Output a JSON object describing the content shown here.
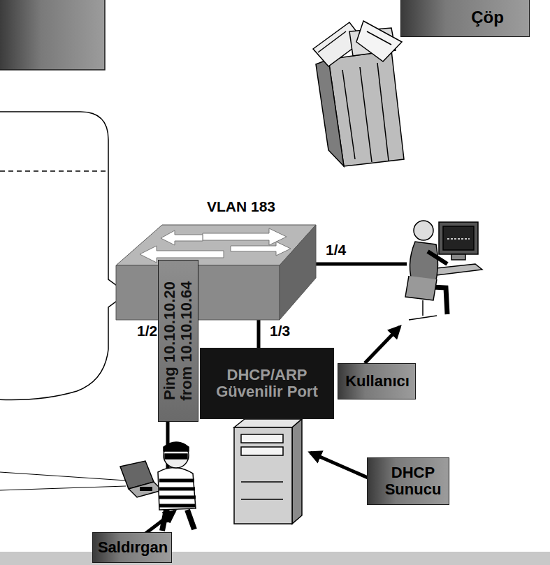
{
  "diagram": {
    "nodes": [
      {
        "text": [
          "Çöp"
        ]
      },
      {
        "text": [
          "Ping 10.10.10.20 from 10.10.10.64"
        ]
      },
      {
        "text": [
          "DHCP/ARP Güvenilir Port"
        ]
      },
      {
        "text": [
          "Kullanıcı"
        ]
      },
      {
        "text": [
          "DHCP Sunucu"
        ]
      },
      {
        "text": [
          "Saldırgan"
        ]
      }
    ],
    "labels": [
      "VLAN 183",
      "1/4",
      "1/2",
      "1/3"
    ]
  }
}
